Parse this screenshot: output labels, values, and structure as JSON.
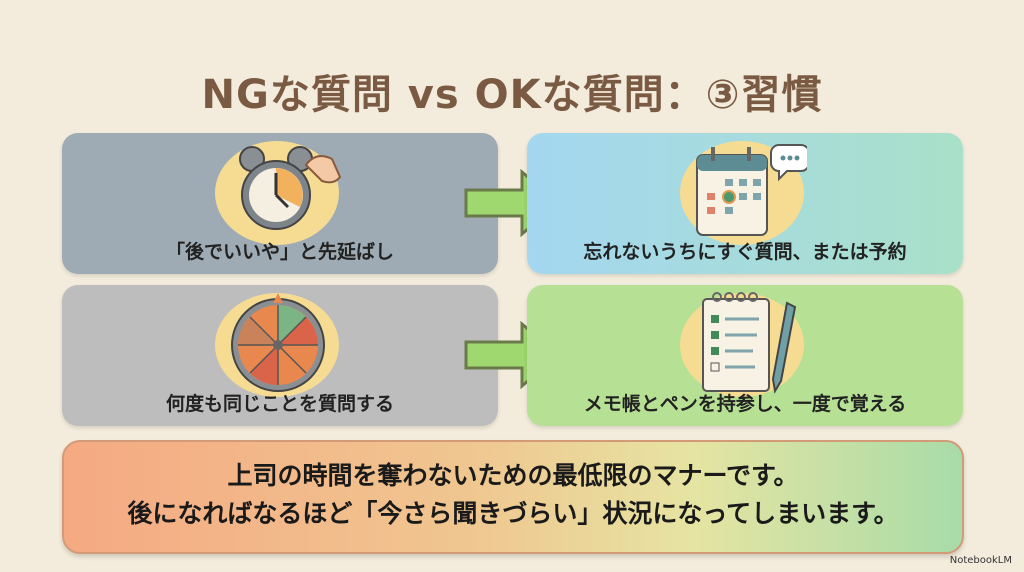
{
  "title": "NGな質問 vs OKな質問：③習慣",
  "rows": [
    {
      "ng": {
        "caption": "「後でいいや」と先延ばし",
        "icon": "alarm-clock-snooze-icon"
      },
      "ok": {
        "caption": "忘れないうちにすぐ質問、または予約",
        "icon": "calendar-chat-icon"
      }
    },
    {
      "ng": {
        "caption": "何度も同じことを質問する",
        "icon": "spinning-question-wheel-icon"
      },
      "ok": {
        "caption": "メモ帳とペンを持参し、一度で覚える",
        "icon": "notepad-pen-icon"
      }
    }
  ],
  "summary": {
    "line1": "上司の時間を奪わないための最低限のマナーです。",
    "line2": "後になればなるほど「今さら聞きづらい」状況になってしまいます。"
  },
  "watermark": "NotebookLM",
  "colors": {
    "title": "#7a5a42",
    "arrow": "#9ed86e",
    "accent_orange": "#f5a982",
    "accent_green": "#a8dca8"
  }
}
